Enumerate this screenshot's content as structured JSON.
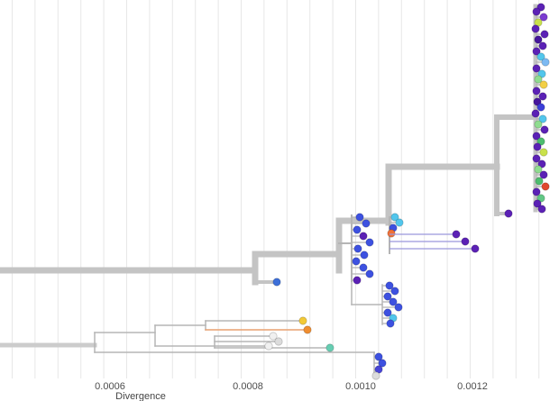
{
  "axis": {
    "title": "Divergence",
    "ticks": [
      "0.0006",
      "0.0008",
      "0.0010",
      "0.0012"
    ]
  },
  "colors": {
    "background": "#ffffff",
    "gridline": "#e7e7e7",
    "branch_thick": "#c4c4c4",
    "branch_thin": "#b5b5b5",
    "branch_orange": "#e9a171",
    "branch_purple": "#9b98dc",
    "tip_stroke": "rgba(0,0,0,0.2)"
  },
  "chart_data": {
    "type": "scatter",
    "subtype": "phylogenetic-divergence-tree",
    "title": "",
    "xlabel": "Divergence",
    "ylabel": "",
    "xticks": [
      0.0006,
      0.0008,
      0.001,
      0.0012
    ],
    "xlim": [
      0.00042,
      0.00133
    ],
    "grid": "vertical",
    "branch_format": [
      "x1",
      "y1",
      "x2",
      "y2",
      "width",
      "color_optional"
    ],
    "tip_format": [
      "x",
      "y",
      "color",
      "stub_x_optional",
      "stub_color_optional"
    ],
    "branches": [
      [
        0,
        300,
        283,
        300,
        7
      ],
      [
        283,
        282,
        283,
        313,
        7
      ],
      [
        283,
        282,
        376,
        282,
        7
      ],
      [
        376,
        245,
        376,
        300,
        7
      ],
      [
        376,
        245,
        431,
        245,
        7
      ],
      [
        431,
        185,
        431,
        247,
        7
      ],
      [
        431,
        185,
        551,
        185,
        7
      ],
      [
        551,
        130,
        551,
        237,
        6
      ],
      [
        551,
        130,
        594,
        130,
        6
      ],
      [
        594,
        7,
        594,
        233,
        5
      ],
      [
        283,
        313,
        303,
        313,
        4
      ],
      [
        551,
        237,
        560,
        237,
        4
      ],
      [
        390,
        239,
        390,
        312,
        2
      ],
      [
        376,
        270,
        390,
        270,
        2
      ],
      [
        432,
        241,
        432,
        281,
        2
      ],
      [
        390,
        312,
        390,
        338,
        1.5
      ],
      [
        390,
        338,
        424,
        338,
        1.5
      ],
      [
        424,
        316,
        424,
        360,
        1.5
      ],
      [
        0,
        383,
        105,
        383,
        5,
        "#cccccc"
      ],
      [
        105,
        369,
        105,
        391,
        1.5
      ],
      [
        105,
        369,
        172,
        369,
        1.5
      ],
      [
        172,
        361,
        172,
        384,
        1.5
      ],
      [
        172,
        361,
        228,
        361,
        1.5
      ],
      [
        228,
        356,
        228,
        366,
        1.5
      ],
      [
        228,
        356,
        332,
        356,
        1.5
      ],
      [
        228,
        366,
        337,
        366,
        1.5,
        "#e9a171"
      ],
      [
        172,
        384,
        238,
        384,
        1.5
      ],
      [
        238,
        373,
        238,
        386,
        1.5
      ],
      [
        238,
        373,
        299,
        373,
        1.5
      ],
      [
        238,
        379,
        305,
        379,
        1.5
      ],
      [
        238,
        384,
        294,
        384,
        1.5
      ],
      [
        238,
        386,
        362,
        386,
        1.5
      ],
      [
        105,
        391,
        415,
        391,
        1.5
      ],
      [
        415,
        391,
        415,
        417,
        1.5
      ]
    ],
    "tips": [
      [
        600,
        8,
        "#5b21b5",
        594
      ],
      [
        595,
        13,
        "#5b21b5",
        594
      ],
      [
        603,
        19,
        "#7a3bd0",
        594
      ],
      [
        597,
        25,
        "#c9e14b",
        594
      ],
      [
        594,
        32,
        "#5b21b5",
        594
      ],
      [
        604,
        38,
        "#5b21b5",
        594
      ],
      [
        597,
        44,
        "#45159c",
        594
      ],
      [
        602,
        51,
        "#5b21b5",
        594
      ],
      [
        595,
        57,
        "#5b21b5",
        594
      ],
      [
        600,
        63,
        "#52c6ec",
        594
      ],
      [
        605,
        69,
        "#7cb9f2",
        594
      ],
      [
        595,
        76,
        "#5b21b5",
        594
      ],
      [
        601,
        82,
        "#52c6ec",
        594
      ],
      [
        597,
        88,
        "#8fdc8f",
        594
      ],
      [
        603,
        94,
        "#f2cf45",
        594
      ],
      [
        595,
        101,
        "#5b21b5",
        594
      ],
      [
        602,
        107,
        "#5b21b5",
        594
      ],
      [
        596,
        113,
        "#45159c",
        594
      ],
      [
        600,
        119,
        "#3b3fd8",
        594
      ],
      [
        594,
        126,
        "#5b21b5",
        594
      ],
      [
        602,
        132,
        "#52c6ec",
        594
      ],
      [
        597,
        138,
        "#8fdc8f",
        594
      ],
      [
        604,
        144,
        "#5b21b5",
        594
      ],
      [
        595,
        151,
        "#5b21b5",
        594
      ],
      [
        600,
        157,
        "#4dbd6e",
        594
      ],
      [
        596,
        163,
        "#5b21b5",
        594
      ],
      [
        603,
        169,
        "#c9e14b",
        594
      ],
      [
        595,
        176,
        "#5b21b5",
        594
      ],
      [
        601,
        182,
        "#5b21b5",
        594
      ],
      [
        597,
        188,
        "#8fdc8f",
        594
      ],
      [
        603,
        194,
        "#5b21b5",
        594
      ],
      [
        598,
        201,
        "#4dbd6e",
        594
      ],
      [
        605,
        207,
        "#e0482e",
        594
      ],
      [
        595,
        213,
        "#5b21b5",
        594
      ],
      [
        600,
        220,
        "#62c785",
        594
      ],
      [
        596,
        226,
        "#5b21b5",
        594
      ],
      [
        601,
        232,
        "#5b21b5",
        594
      ],
      [
        399,
        241,
        "#3d51e0",
        390
      ],
      [
        406,
        248,
        "#3d51e0",
        390
      ],
      [
        396,
        255,
        "#3d51e0",
        390
      ],
      [
        403,
        262,
        "#5b21b5",
        390
      ],
      [
        410,
        269,
        "#3d51e0",
        390
      ],
      [
        397,
        276,
        "#3d51e0",
        390
      ],
      [
        404,
        283,
        "#3d51e0",
        390
      ],
      [
        395,
        290,
        "#3d51e0",
        390
      ],
      [
        403,
        297,
        "#3d51e0",
        390
      ],
      [
        410,
        304,
        "#3d51e0",
        390
      ],
      [
        396,
        311,
        "#5b21b5",
        390
      ],
      [
        438,
        241,
        "#52c6ec",
        432
      ],
      [
        443,
        247,
        "#52c6ec",
        432
      ],
      [
        436,
        253,
        "#3d51e0",
        432
      ],
      [
        434,
        259,
        "#ef7038",
        432
      ],
      [
        506,
        260,
        "#5b21b5",
        432,
        "#9b98dc"
      ],
      [
        516,
        268,
        "#5b21b5",
        432,
        "#9b98dc"
      ],
      [
        527,
        276,
        "#5b21b5",
        432,
        "#9b98dc"
      ],
      [
        432,
        317,
        "#3d51e0",
        424
      ],
      [
        438,
        323,
        "#3d51e0",
        424
      ],
      [
        430,
        329,
        "#3d51e0",
        424
      ],
      [
        436,
        335,
        "#3d51e0",
        424
      ],
      [
        442,
        341,
        "#3d51e0",
        424
      ],
      [
        430,
        347,
        "#3d51e0",
        424
      ],
      [
        436,
        353,
        "#52c6ec",
        424
      ],
      [
        433,
        359,
        "#3d51e0",
        424
      ],
      [
        307,
        313,
        "#3d6fd8"
      ],
      [
        564,
        237,
        "#5b21b5"
      ],
      [
        336,
        356,
        "#f2c937"
      ],
      [
        341,
        366,
        "#ef8d30"
      ],
      [
        303,
        373,
        "#f0f0f0"
      ],
      [
        309,
        379,
        "#dcdcdc"
      ],
      [
        298,
        384,
        "#f0f0f0"
      ],
      [
        366,
        386,
        "#66cdb2"
      ],
      [
        420,
        396,
        "#3d51e0",
        415
      ],
      [
        424,
        403,
        "#3d51e0",
        415
      ],
      [
        420,
        410,
        "#4845d6",
        415
      ],
      [
        417,
        417,
        "#dcdcdc",
        415
      ]
    ]
  }
}
